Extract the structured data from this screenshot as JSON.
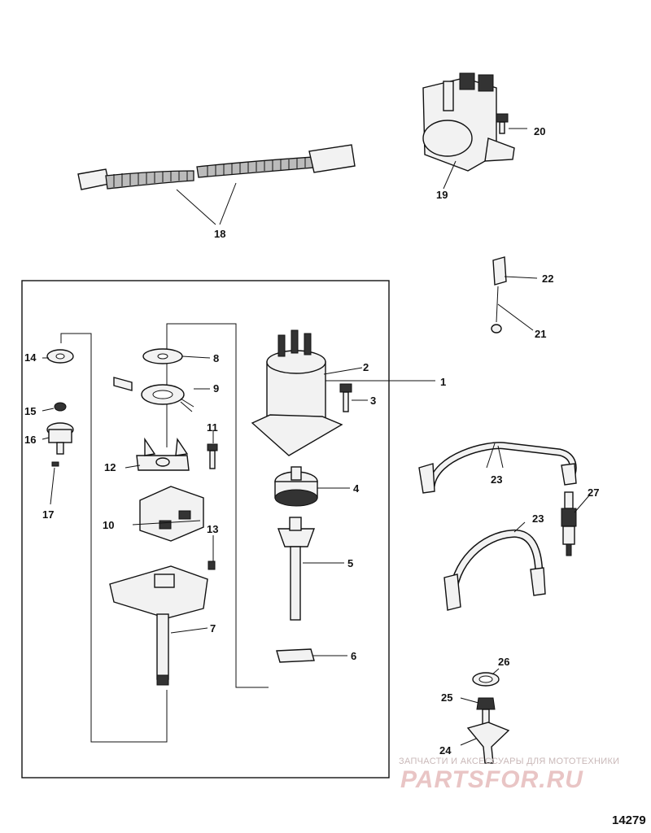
{
  "callouts": [
    "1",
    "2",
    "3",
    "4",
    "5",
    "6",
    "7",
    "8",
    "9",
    "10",
    "11",
    "12",
    "13",
    "14",
    "15",
    "16",
    "17",
    "18",
    "19",
    "20",
    "21",
    "22",
    "23",
    "24",
    "25",
    "26",
    "27"
  ],
  "watermark": {
    "line1": "ЗАПЧАСТИ И АКСЕССУАРЫ ДЛЯ МОТОТЕХНИКИ",
    "logo": "PARTSFOR.RU"
  },
  "figure_number": "14279"
}
